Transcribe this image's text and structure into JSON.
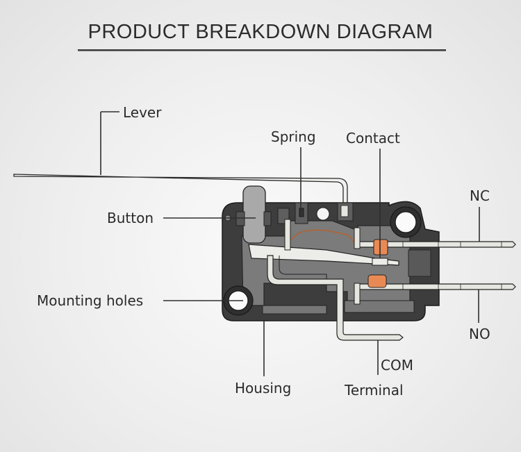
{
  "title": "PRODUCT BREAKDOWN DIAGRAM",
  "component": "Micro switch with lever",
  "labels": {
    "lever": "Lever",
    "spring": "Spring",
    "contact": "Contact",
    "button": "Button",
    "nc": "NC",
    "mounting_holes": "Mounting holes",
    "no": "NO",
    "housing": "Housing",
    "com": "COM",
    "terminal": "Terminal"
  },
  "colors": {
    "housing_dark": "#3d3d3d",
    "housing_mid": "#7b7b7b",
    "metal_light": "#e6e6e0",
    "contact_orange": "#e98a55",
    "outline": "#1f1f1f"
  }
}
